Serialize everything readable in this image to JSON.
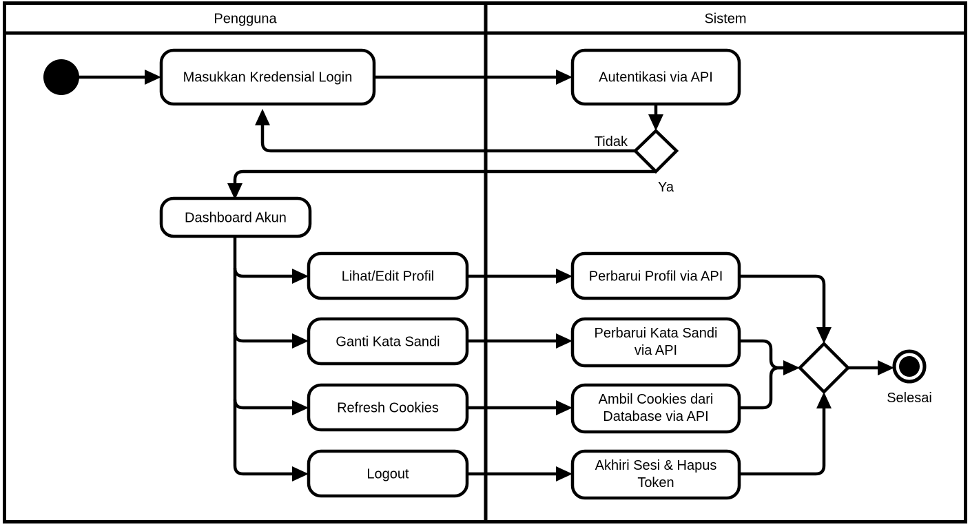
{
  "diagram": {
    "type": "uml-activity-diagram",
    "language": "id",
    "background_color": "#ffffff",
    "line_color": "#000000",
    "lanes": [
      {
        "id": "pengguna",
        "title": "Pengguna"
      },
      {
        "id": "sistem",
        "title": "Sistem"
      }
    ],
    "nodes": [
      {
        "id": "start",
        "kind": "initial-node",
        "label": ""
      },
      {
        "id": "masukkan-kredensial-login",
        "kind": "action",
        "label": "Masukkan Kredensial Login",
        "lane": "pengguna"
      },
      {
        "id": "autentikasi-via-api",
        "kind": "action",
        "label": "Autentikasi via API",
        "lane": "sistem"
      },
      {
        "id": "decision-auth",
        "kind": "decision",
        "label": ""
      },
      {
        "id": "dashboard-akun",
        "kind": "action",
        "label": "Dashboard Akun",
        "lane": "pengguna"
      },
      {
        "id": "lihat-edit-profil",
        "kind": "action",
        "label": "Lihat/Edit Profil",
        "lane": "pengguna"
      },
      {
        "id": "ganti-kata-sandi",
        "kind": "action",
        "label": "Ganti Kata Sandi",
        "lane": "pengguna"
      },
      {
        "id": "refresh-cookies",
        "kind": "action",
        "label": "Refresh Cookies",
        "lane": "pengguna"
      },
      {
        "id": "logout",
        "kind": "action",
        "label": "Logout",
        "lane": "pengguna"
      },
      {
        "id": "perbarui-profil-via-api",
        "kind": "action",
        "label": "Perbarui Profil via API",
        "lane": "sistem"
      },
      {
        "id": "perbarui-kata-sandi-via-api",
        "kind": "action",
        "label_line1": "Perbarui Kata Sandi",
        "label_line2": "via API",
        "lane": "sistem"
      },
      {
        "id": "ambil-cookies-dari-database-via-api",
        "kind": "action",
        "label_line1": "Ambil Cookies dari",
        "label_line2": "Database via API",
        "lane": "sistem"
      },
      {
        "id": "akhiri-sesi-hapus-token",
        "kind": "action",
        "label_line1": "Akhiri Sesi & Hapus",
        "label_line2": "Token",
        "lane": "sistem"
      },
      {
        "id": "merge-node",
        "kind": "merge",
        "label": ""
      },
      {
        "id": "end",
        "kind": "final-node",
        "label": "Selesai"
      }
    ],
    "edge_labels": {
      "tidak": "Tidak",
      "ya": "Ya"
    },
    "flows": [
      {
        "from": "start",
        "to": "masukkan-kredensial-login",
        "label": ""
      },
      {
        "from": "masukkan-kredensial-login",
        "to": "autentikasi-via-api",
        "label": ""
      },
      {
        "from": "autentikasi-via-api",
        "to": "decision-auth",
        "label": ""
      },
      {
        "from": "decision-auth",
        "to": "masukkan-kredensial-login",
        "label": "Tidak"
      },
      {
        "from": "decision-auth",
        "to": "dashboard-akun",
        "label": "Ya"
      },
      {
        "from": "dashboard-akun",
        "to": "lihat-edit-profil",
        "label": ""
      },
      {
        "from": "dashboard-akun",
        "to": "ganti-kata-sandi",
        "label": ""
      },
      {
        "from": "dashboard-akun",
        "to": "refresh-cookies",
        "label": ""
      },
      {
        "from": "dashboard-akun",
        "to": "logout",
        "label": ""
      },
      {
        "from": "lihat-edit-profil",
        "to": "perbarui-profil-via-api",
        "label": ""
      },
      {
        "from": "ganti-kata-sandi",
        "to": "perbarui-kata-sandi-via-api",
        "label": ""
      },
      {
        "from": "refresh-cookies",
        "to": "ambil-cookies-dari-database-via-api",
        "label": ""
      },
      {
        "from": "logout",
        "to": "akhiri-sesi-hapus-token",
        "label": ""
      },
      {
        "from": "perbarui-profil-via-api",
        "to": "merge-node",
        "label": ""
      },
      {
        "from": "perbarui-kata-sandi-via-api",
        "to": "merge-node",
        "label": ""
      },
      {
        "from": "ambil-cookies-dari-database-via-api",
        "to": "merge-node",
        "label": ""
      },
      {
        "from": "akhiri-sesi-hapus-token",
        "to": "merge-node",
        "label": ""
      },
      {
        "from": "merge-node",
        "to": "end",
        "label": ""
      }
    ]
  }
}
